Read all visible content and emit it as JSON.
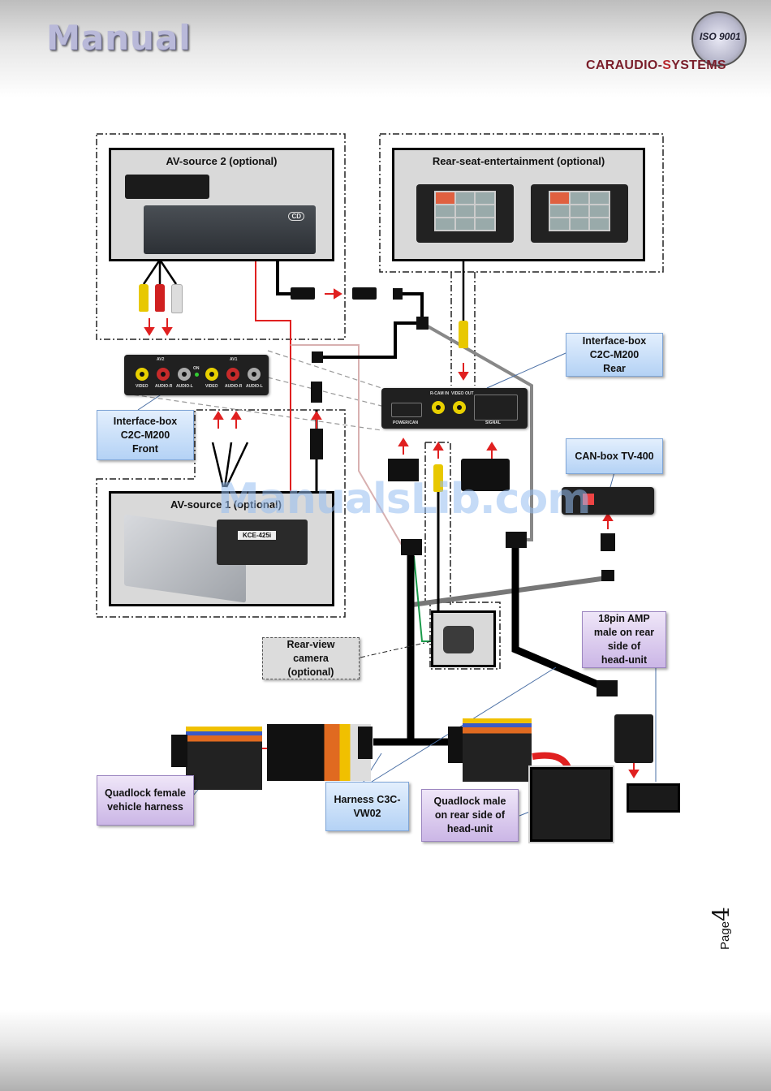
{
  "header": {
    "title": "Manual",
    "brand_prefix": "CARAUDIO-",
    "brand_s": "S",
    "brand_suffix": "YSTEMS",
    "badge_text": "ISO 9001"
  },
  "diagram": {
    "av_source_2": {
      "title": "AV-source 2 (optional)",
      "device_badge": "CD"
    },
    "rear_seat_entertainment": {
      "title": "Rear-seat-entertainment (optional)"
    },
    "av_source_1": {
      "title": "AV-source 1 (optional)",
      "device_label": "KCE-425i"
    },
    "front_box_panel": {
      "group_av2": "AV2",
      "group_av1": "AV1",
      "led_label": "ON",
      "jacks": [
        "VIDEO",
        "AUDIO-R",
        "AUDIO-L",
        "VIDEO",
        "AUDIO-R",
        "AUDIO-L"
      ]
    },
    "rear_box_panel": {
      "port_power": "POWER/CAN",
      "port_rcam": "R-CAM IN",
      "port_video_out": "VIDEO OUT",
      "port_signal": "SIGNAL"
    },
    "labels": {
      "interface_front": [
        "Interface-box",
        "C2C-M200",
        "Front"
      ],
      "interface_rear": [
        "Interface-box",
        "C2C-M200",
        "Rear"
      ],
      "can_box": "CAN-box TV-400",
      "rear_view_camera": [
        "Rear-view",
        "camera",
        "(optional)"
      ],
      "amp_18pin": [
        "18pin AMP",
        "male on rear",
        "side of",
        "head-unit"
      ],
      "quadlock_female": [
        "Quadlock female",
        "vehicle harness"
      ],
      "harness": [
        "Harness C3C-",
        "VW02"
      ],
      "quadlock_male": [
        "Quadlock male",
        "on rear side of",
        "head-unit"
      ]
    }
  },
  "watermark": "ManualsLib.com",
  "footer": {
    "page_prefix": "Page",
    "page_number": "4"
  }
}
